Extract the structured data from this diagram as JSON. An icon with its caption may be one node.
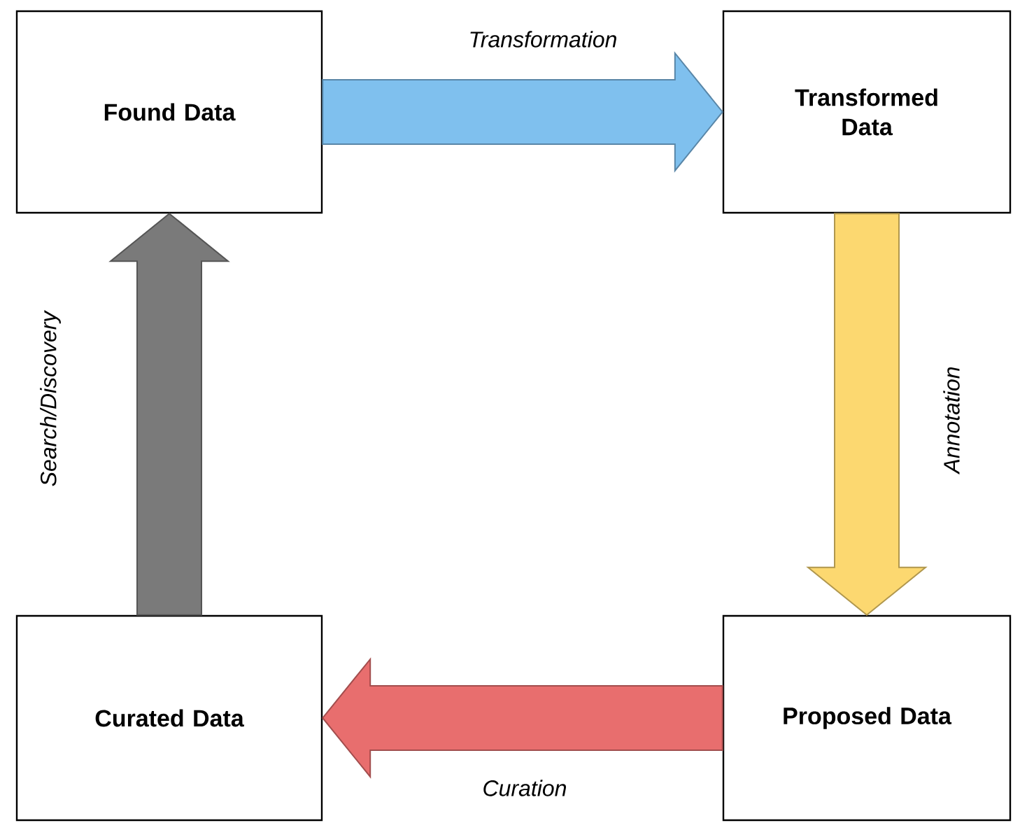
{
  "diagram": {
    "nodes": [
      {
        "text": [
          "Found Data"
        ]
      },
      {
        "text": [
          "Transformed Data"
        ]
      },
      {
        "text": [
          "Proposed Data"
        ]
      },
      {
        "text": [
          "Curated Data"
        ]
      }
    ],
    "edges": [
      {
        "from": 0,
        "to": 1,
        "arrow": "to",
        "label": "Transformation",
        "color": "#7fc0ee"
      },
      {
        "from": 1,
        "to": 2,
        "arrow": "to",
        "label": "Annotation",
        "color": "#fcd870"
      },
      {
        "from": 2,
        "to": 3,
        "arrow": "to",
        "label": "Curation",
        "color": "#e86e6e"
      },
      {
        "from": 3,
        "to": 0,
        "arrow": "to",
        "label": "Search/Discovery",
        "color": "#7a7a7a"
      }
    ]
  }
}
